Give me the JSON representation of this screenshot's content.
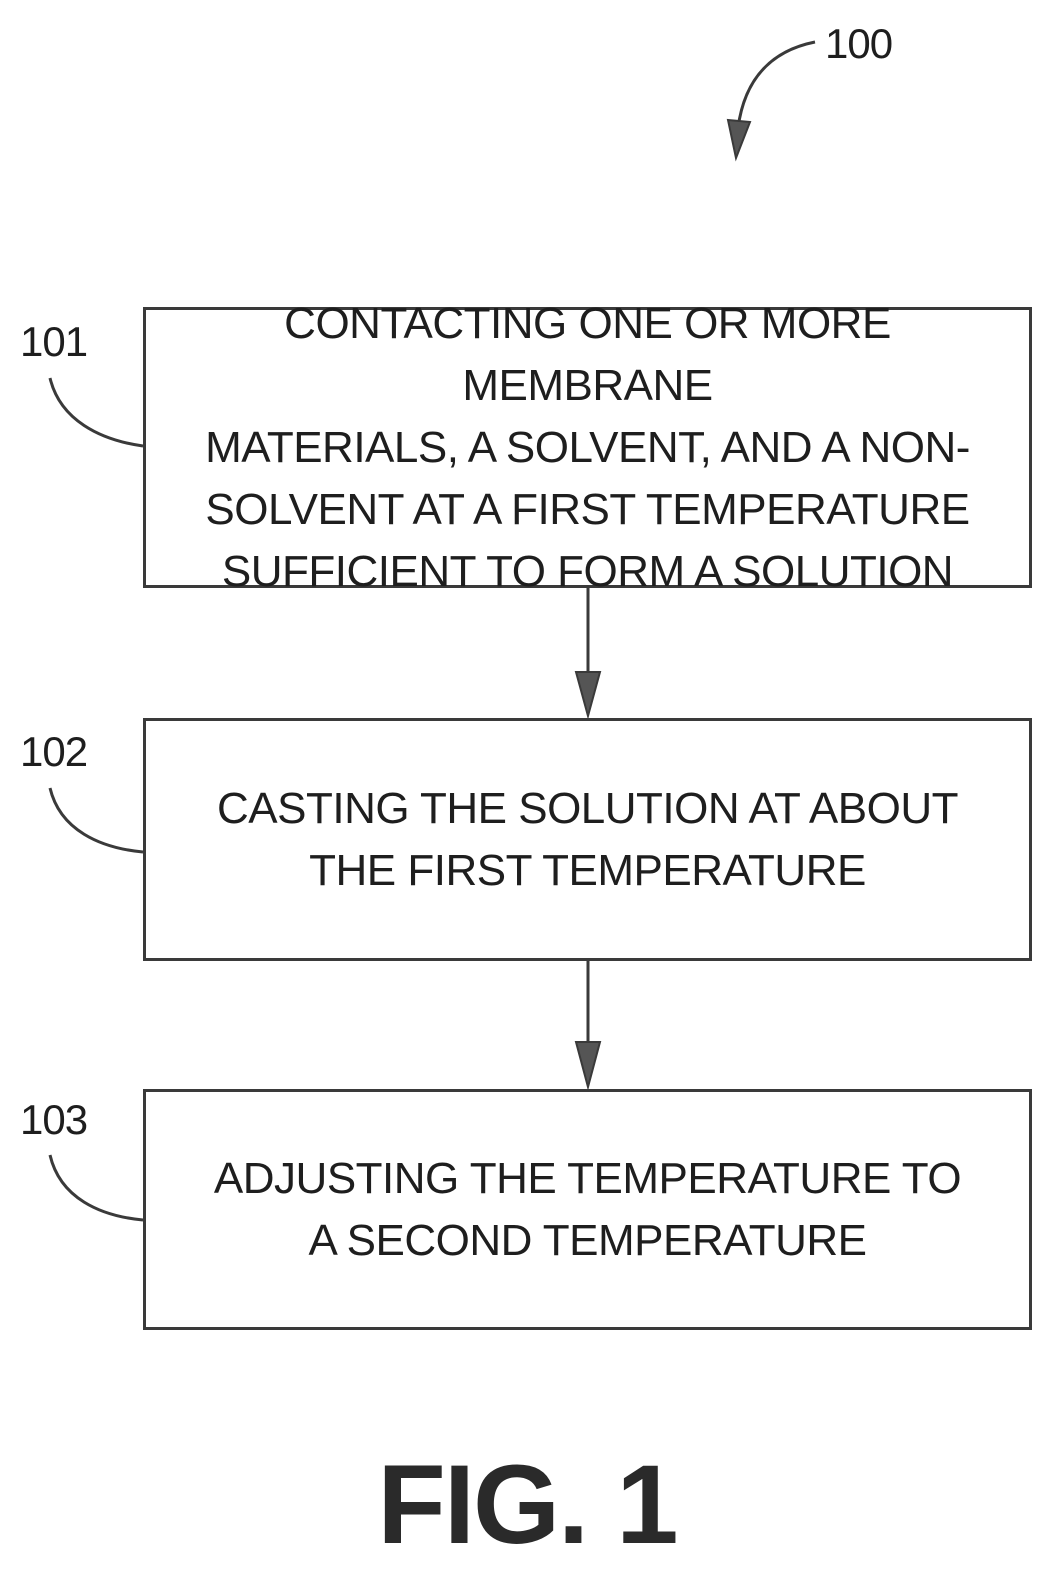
{
  "figure": {
    "reference": "100",
    "label": "FIG. 1"
  },
  "steps": [
    {
      "ref": "101",
      "text": "CONTACTING ONE OR MORE MEMBRANE\nMATERIALS, A SOLVENT, AND A NON-\nSOLVENT AT A FIRST TEMPERATURE\nSUFFICIENT TO FORM A SOLUTION"
    },
    {
      "ref": "102",
      "text": "CASTING THE SOLUTION AT ABOUT\nTHE FIRST TEMPERATURE"
    },
    {
      "ref": "103",
      "text": "ADJUSTING THE TEMPERATURE TO\nA SECOND TEMPERATURE"
    }
  ],
  "colors": {
    "stroke": "#3a3a3a",
    "text": "#1e1e1e"
  }
}
